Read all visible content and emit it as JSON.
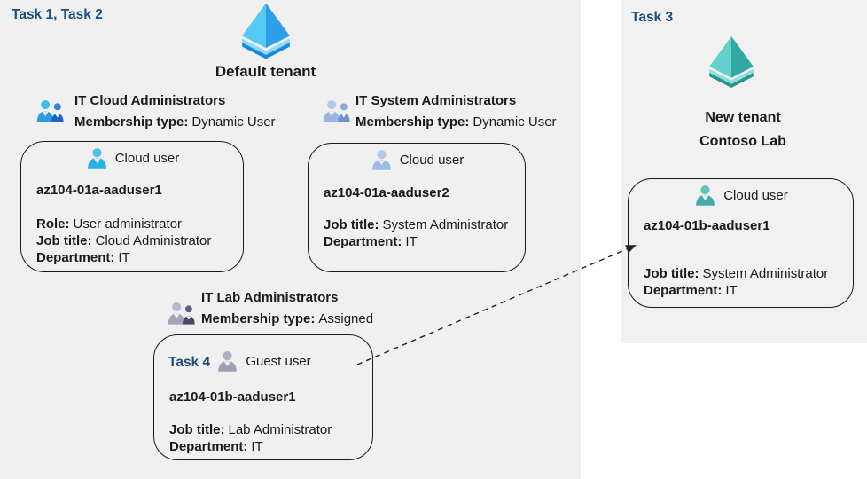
{
  "tasks": {
    "left": "Task 1, Task 2",
    "right": "Task 3",
    "guest_box": "Task 4"
  },
  "default_tenant": {
    "label": "Default tenant"
  },
  "new_tenant": {
    "title": "New tenant",
    "name": "Contoso Lab"
  },
  "groups": [
    {
      "title": "IT Cloud Administrators",
      "membership_label": "Membership type:",
      "membership_value": "Dynamic User"
    },
    {
      "title": "IT System Administrators",
      "membership_label": "Membership type:",
      "membership_value": "Dynamic User"
    },
    {
      "title": "IT Lab Administrators",
      "membership_label": "Membership type:",
      "membership_value": "Assigned"
    }
  ],
  "users": [
    {
      "kind": "Cloud user",
      "name": "az104-01a-aaduser1",
      "role_label": "Role:",
      "role_value": "User administrator",
      "job_label": "Job title:",
      "job_value": "Cloud Administrator",
      "dept_label": "Department:",
      "dept_value": "IT"
    },
    {
      "kind": "Cloud user",
      "name": "az104-01a-aaduser2",
      "job_label": "Job title:",
      "job_value": "System Administrator",
      "dept_label": "Department:",
      "dept_value": "IT"
    },
    {
      "kind": "Guest user",
      "name": "az104-01b-aaduser1",
      "job_label": "Job title:",
      "job_value": "Lab Administrator",
      "dept_label": "Department:",
      "dept_value": "IT"
    },
    {
      "kind": "Cloud user",
      "name": "az104-01b-aaduser1",
      "job_label": "Job title:",
      "job_value": "System Administrator",
      "dept_label": "Department:",
      "dept_value": "IT"
    }
  ],
  "icons": {
    "tenant_default": "azure-ad-diamond-blue",
    "tenant_new": "azure-ad-diamond-teal",
    "group": "two-people",
    "cloud_user": "person",
    "guest_user": "person",
    "relationship": "dashed-arrow"
  },
  "colors": {
    "task_text": "#1B4E79",
    "left_bg": "#F0F0F0",
    "panel_bg": "#F1F1F1",
    "box_border": "#1A1A1A",
    "text": "#1A1A1A",
    "arrow": "#222222",
    "tenant_default_light": "#55C9F2",
    "tenant_default_dark": "#2D9EE8",
    "tenant_default_band_light": "#8ED9F7",
    "tenant_default_band_dark": "#1E88DD",
    "tenant_new_light": "#63D1CB",
    "tenant_new_dark": "#2FA9A2",
    "tenant_new_band_light": "#8FE0DA",
    "tenant_new_band_dark": "#26958F",
    "group1_big": "#2E9ADF",
    "group1_small": "#1B63C8",
    "group2_big": "#9AB6DF",
    "group2_small": "#7093CB",
    "group3_big": "#A3A6BA",
    "group3_small": "#434A6B",
    "user_cloud1": "#27B0E6",
    "user_cloud2": "#9CBCE3",
    "user_guest": "#9CA0B4",
    "user_teal": "#43ACA6"
  }
}
